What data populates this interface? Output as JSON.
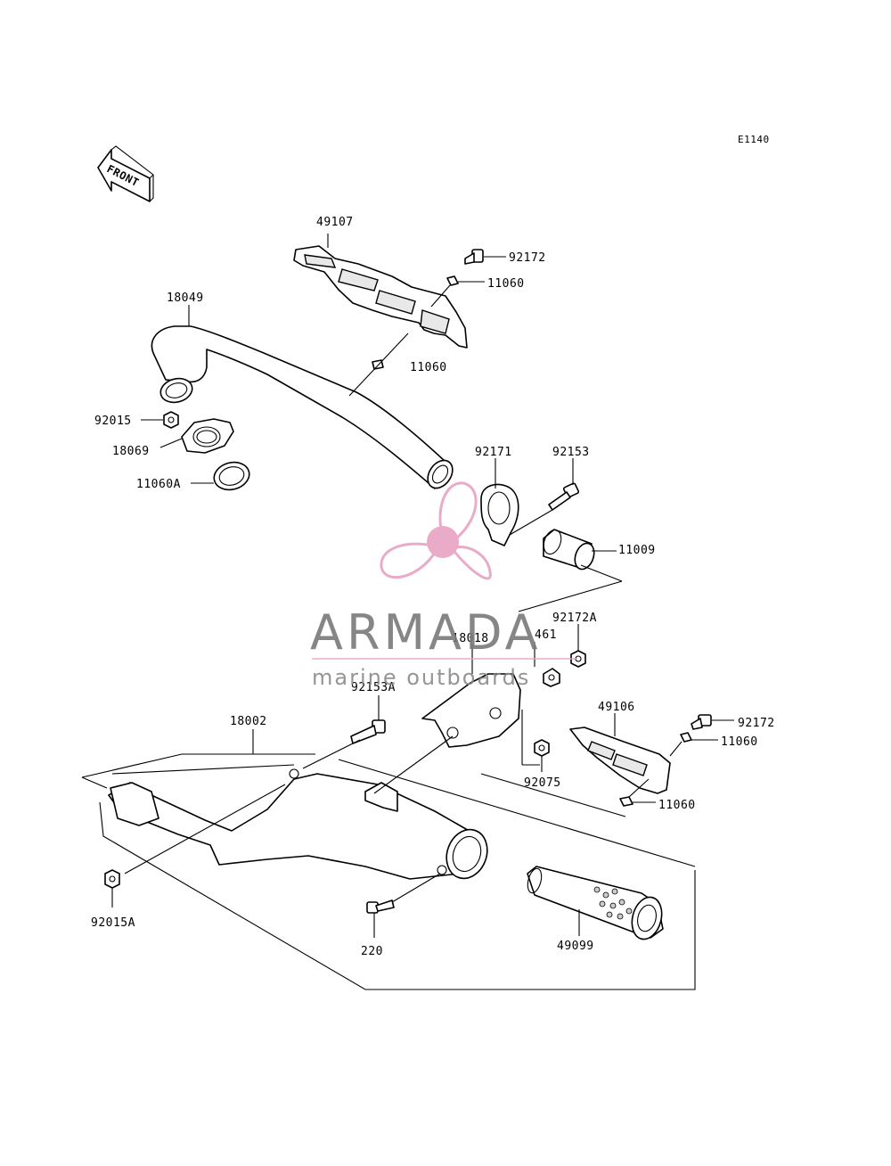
{
  "diagram_code": "E1140",
  "front_arrow_label": "FRONT",
  "watermark": {
    "brand": "ARMADA",
    "tagline": "marine outboards",
    "color": "#e8a2c4",
    "text_color": "#7a7a7a"
  },
  "part_labels": {
    "p49107": "49107",
    "p92172_top": "92172",
    "p11060_top": "11060",
    "p18049": "18049",
    "p11060_mid": "11060",
    "p92015": "92015",
    "p18069": "18069",
    "p11060A": "11060A",
    "p92171": "92171",
    "p92153": "92153",
    "p11009": "11009",
    "p92172A": "92172A",
    "p461": "461",
    "p18018": "18018",
    "p92153A": "92153A",
    "p18002": "18002",
    "p49106": "49106",
    "p92172_right": "92172",
    "p11060_right": "11060",
    "p92075": "92075",
    "p11060_bottom": "11060",
    "p92015A": "92015A",
    "p220": "220",
    "p49099": "49099"
  }
}
